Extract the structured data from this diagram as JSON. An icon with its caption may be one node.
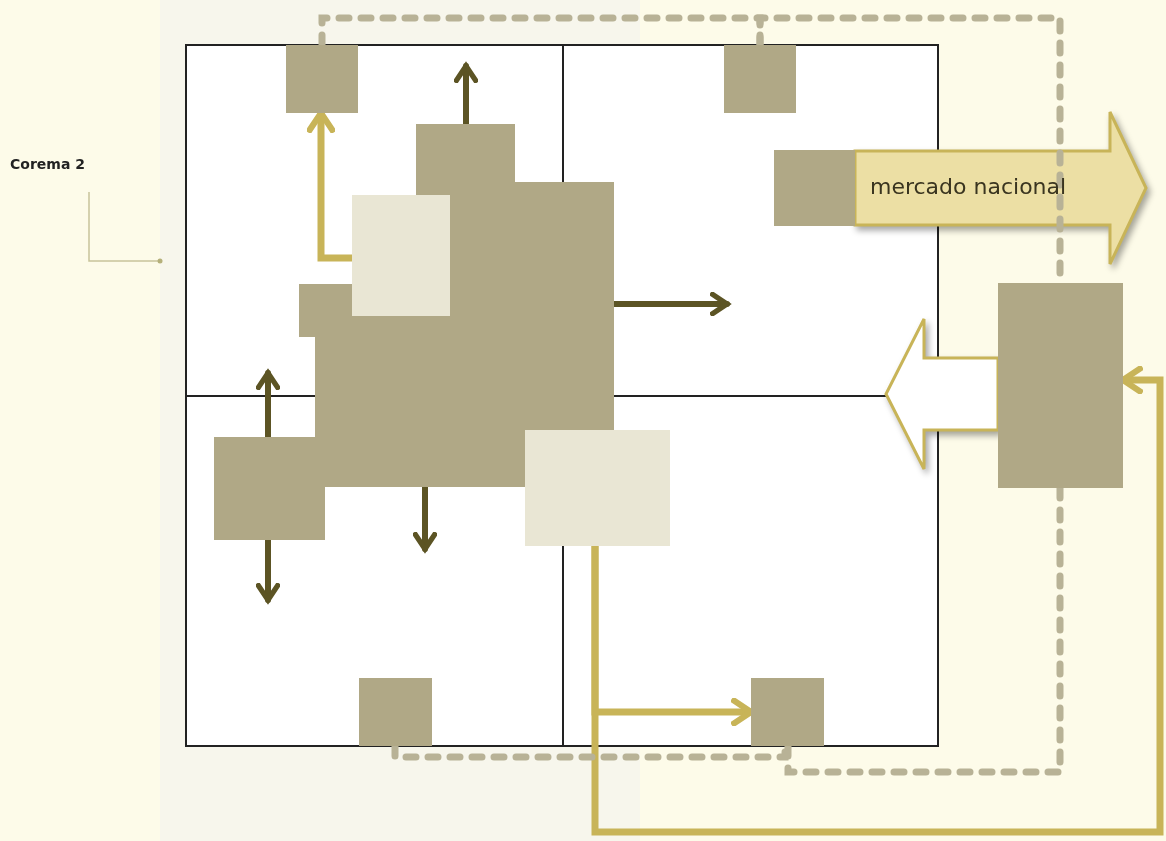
{
  "diagram": {
    "nodes": [
      {
        "text": [],
        "shape": "box"
      },
      {
        "text": [],
        "shape": "box"
      },
      {
        "text": [],
        "shape": "box"
      },
      {
        "text": [],
        "shape": "box"
      },
      {
        "text": [],
        "shape": "box"
      },
      {
        "text": [],
        "shape": "box"
      },
      {
        "text": [],
        "shape": "box"
      },
      {
        "text": [],
        "shape": "box"
      },
      {
        "text": [],
        "shape": "box"
      },
      {
        "text": [],
        "shape": "box"
      }
    ],
    "edges": [
      {
        "from": 4,
        "to": 0,
        "arrow": "to",
        "color": "#c8b458"
      },
      {
        "from": 3,
        "to": null,
        "arrow": "to",
        "color": "#5c5424"
      },
      {
        "from": 3,
        "to": null,
        "arrow": "to",
        "color": "#5c5424"
      },
      {
        "from": 3,
        "to": null,
        "arrow": "to",
        "color": "#5c5424"
      },
      {
        "from": 5,
        "to": null,
        "arrow": "to",
        "color": "#5c5424"
      },
      {
        "from": 5,
        "to": null,
        "arrow": "to",
        "color": "#5c5424"
      },
      {
        "from": 6,
        "to": 8,
        "arrow": "to",
        "color": "#c8b458"
      },
      {
        "from": 6,
        "to": 9,
        "arrow": "to",
        "color": "#c8b458"
      },
      {
        "from": 2,
        "to": null,
        "arrow": "to",
        "label": "mercado nacional",
        "style": "thick",
        "color": "#c8b458"
      },
      {
        "from": 9,
        "to": null,
        "arrow": "to",
        "style": "thick",
        "color": "#c8b458"
      },
      {
        "from": 0,
        "to": 1,
        "arrow": "none",
        "style": "dashed",
        "color": "#b8b296"
      },
      {
        "from": 1,
        "to": 9,
        "arrow": "none",
        "style": "dashed",
        "color": "#b8b296"
      },
      {
        "from": 9,
        "to": 8,
        "arrow": "none",
        "style": "dashed",
        "color": "#b8b296"
      },
      {
        "from": 7,
        "to": 8,
        "arrow": "none",
        "style": "dashed",
        "color": "#b8b296"
      }
    ],
    "labels": [
      "Corema 2"
    ]
  }
}
